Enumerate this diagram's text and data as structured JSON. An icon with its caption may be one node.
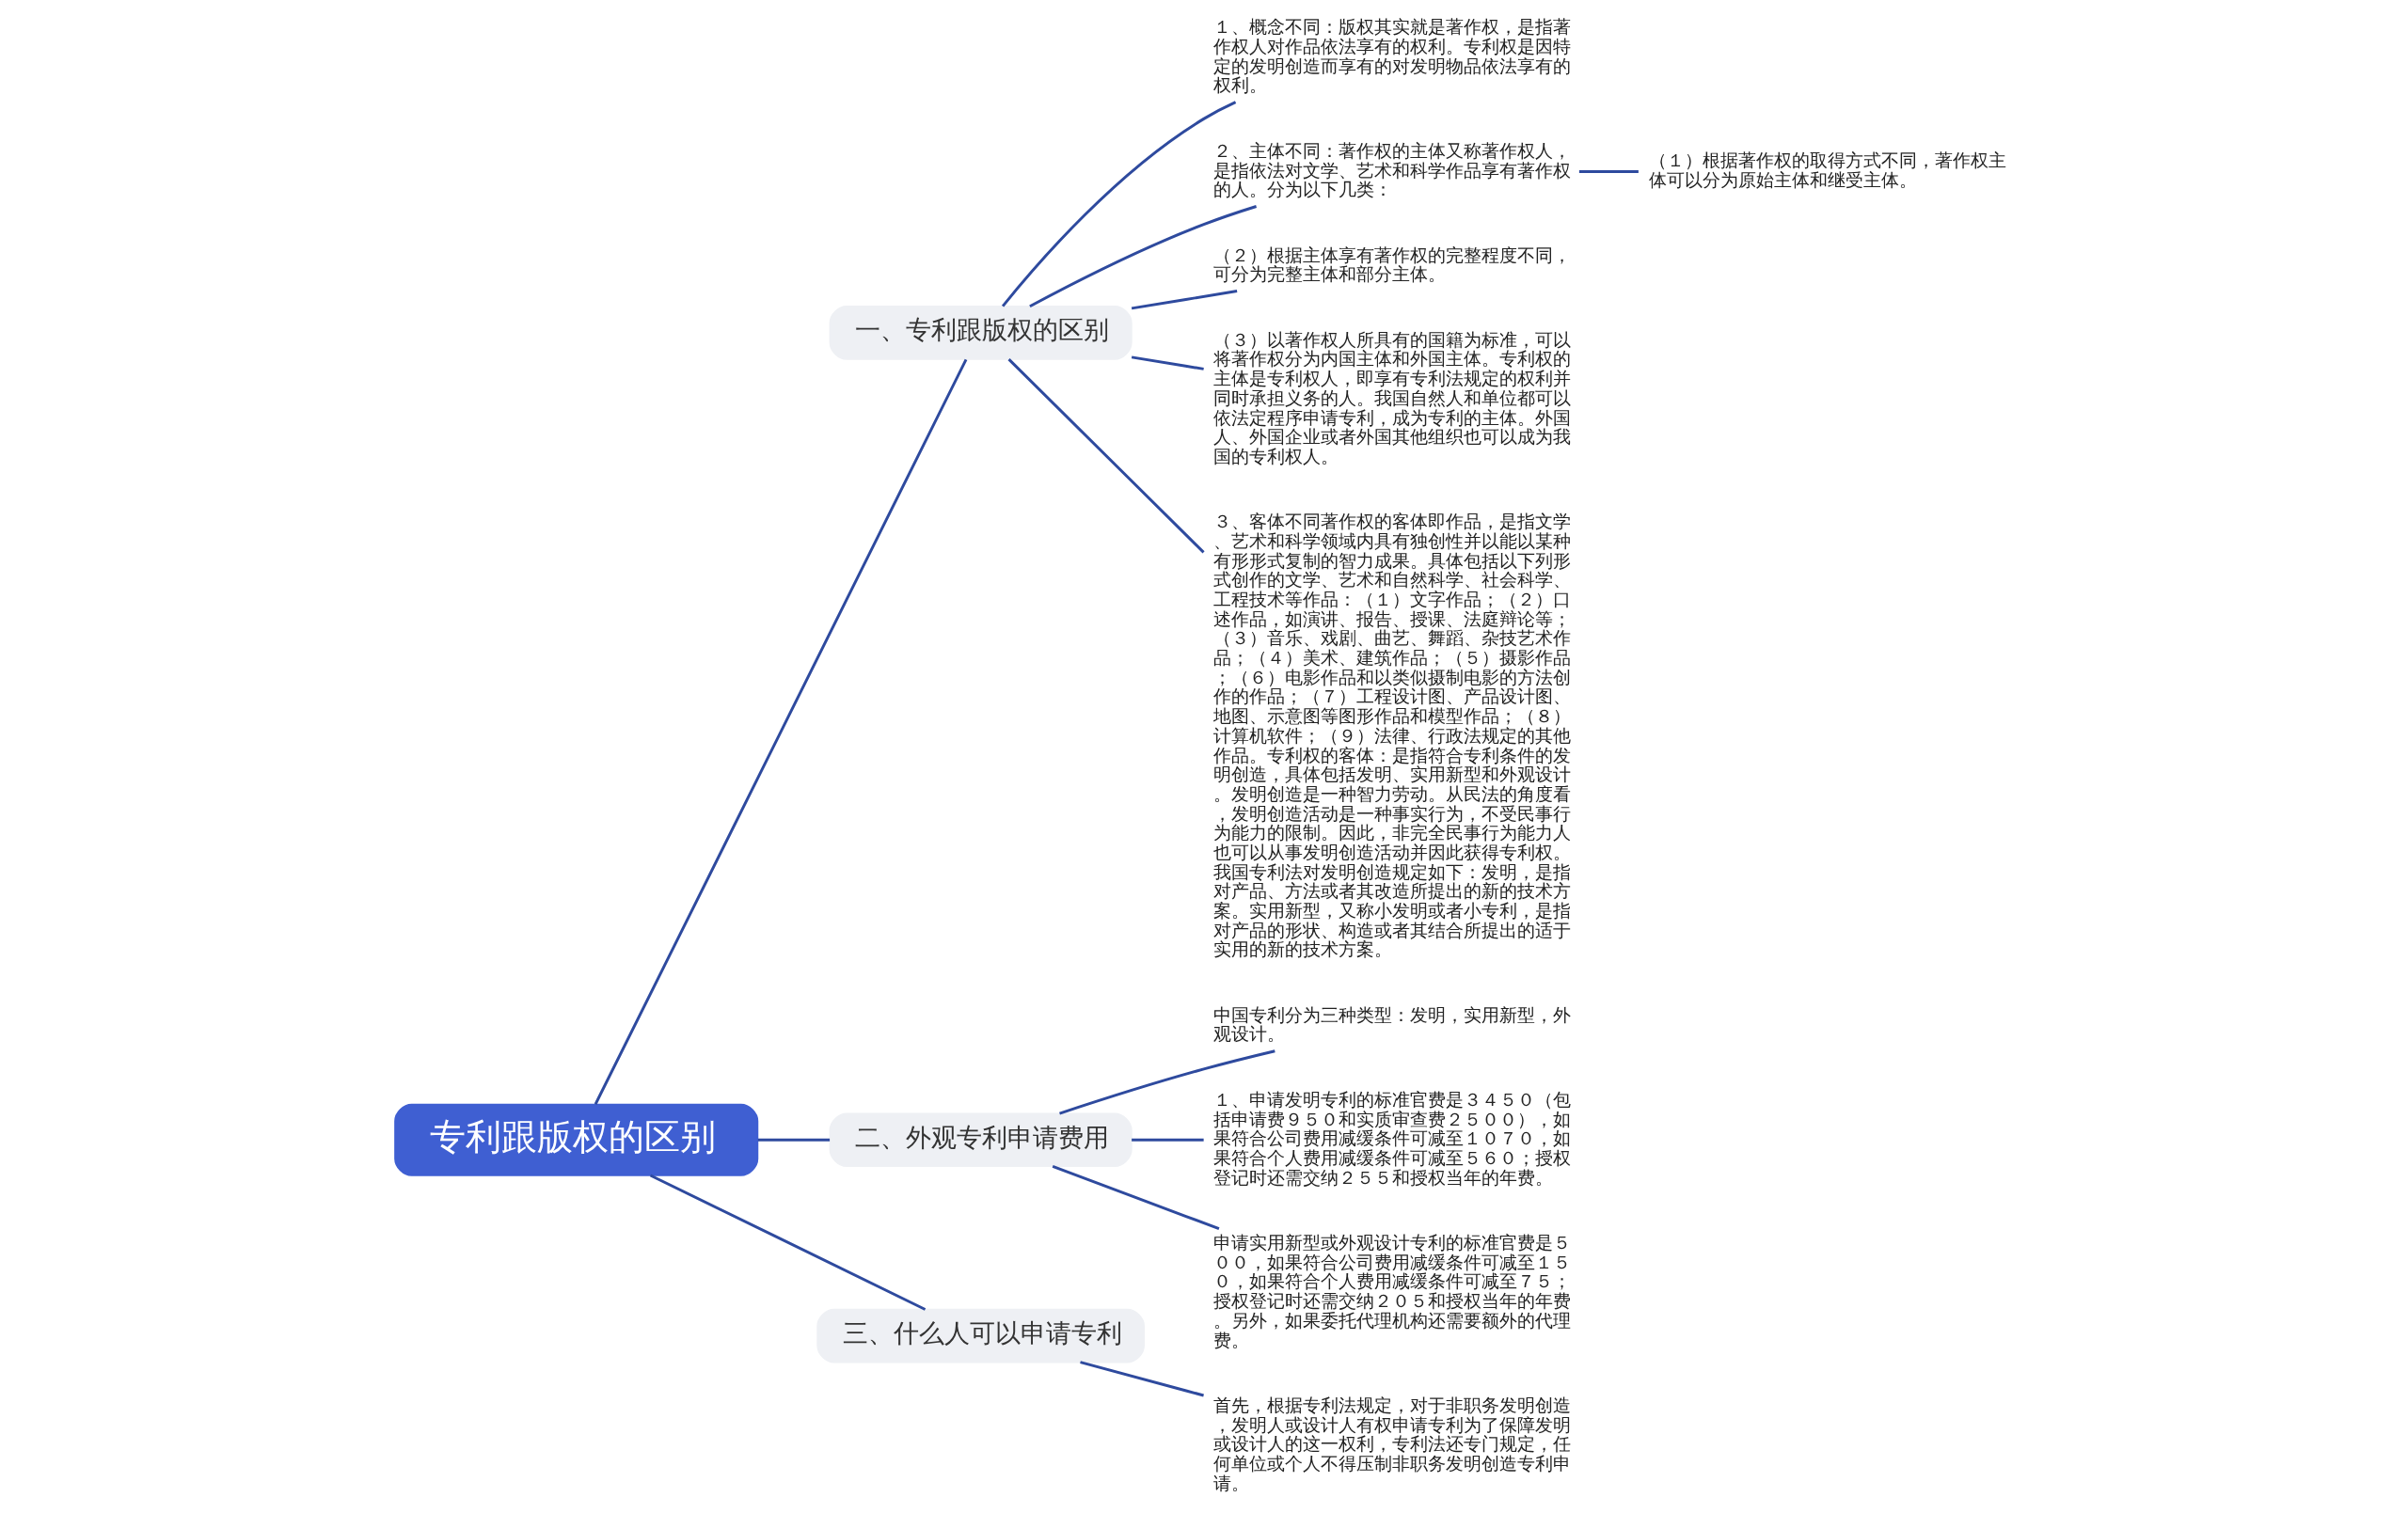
{
  "diagram": {
    "nodes": [
      {
        "text": [
          "专利跟版权的区别"
        ]
      },
      {
        "text": [
          "一、专利跟版权的区别"
        ]
      },
      {
        "text": [
          "１、概念不同：版权其实就是著作权，是指著作权人对作品依法享有的权利。专利权是因特定的发明创造而享有的对发明物品依法享有的权利。"
        ]
      },
      {
        "text": [
          "２、主体不同：著作权的主体又称著作权人，是指依法对文学、艺术和科学作品享有著作权的人。分为以下几类："
        ]
      },
      {
        "text": [
          "（１）根据著作权的取得方式不同，著作权主体可以分为原始主体和继受主体。"
        ]
      },
      {
        "text": [
          "（２）根据主体享有著作权的完整程度不同，可分为完整主体和部分主体。"
        ]
      },
      {
        "text": [
          "（３）以著作权人所具有的国籍为标准，可以将著作权分为内国主体和外国主体。专利权的主体是专利权人，即享有专利法规定的权利并同时承担义务的人。我国自然人和单位都可以依法定程序申请专利，成为专利的主体。外国人、外国企业或者外国其他组织也可以成为我国的专利权人。"
        ]
      },
      {
        "text": [
          "３、客体不同著作权的客体即作品，是指文学、艺术和科学领域内具有独创性并以能以某种有形形式复制的智力成果。具体包括以下列形式创作的文学、艺术和自然科学、社会科学、工程技术等作品：（１）文字作品；（２）口述作品，如演讲、报告、授课、法庭辩论等；（３）音乐、戏剧、曲艺、舞蹈、杂技艺术作品；（４）美术、建筑作品；（５）摄影作品；（６）电影作品和以类似摄制电影的方法创作的作品；（７）工程设计图、产品设计图、地图、示意图等图形作品和模型作品；（８）计算机软件；（９）法律、行政法规定的其他作品。专利权的客体：是指符合专利条件的发明创造，具体包括发明、实用新型和外观设计。发明创造是一种智力劳动。从民法的角度看，发明创造活动是一种事实行为，不受民事行为能力的限制。因此，非完全民事行为能力人也可以从事发明创造活动并因此获得专利权。我国专利法对发明创造规定如下：发明，是指对产品、方法或者其改造所提出的新的技术方案。实用新型，又称小发明或者小专利，是指对产品的形状、构造或者其结合所提出的适于实用的新的技术方案。"
        ]
      },
      {
        "text": [
          "二、外观专利申请费用"
        ]
      },
      {
        "text": [
          "中国专利分为三种类型：发明，实用新型，外观设计。"
        ]
      },
      {
        "text": [
          "１、申请发明专利的标准官费是３４５０（包括申请费９５０和实质审查费２５００），如果符合公司费用减缓条件可减至１０７０，如果符合个人费用减缓条件可减至５６０；授权登记时还需交纳２５５和授权当年的年费。"
        ]
      },
      {
        "text": [
          "申请实用新型或外观设计专利的标准官费是５００，如果符合公司费用减缓条件可减至１５０，如果符合个人费用减缓条件可减至７５；授权登记时还需交纳２０５和授权当年的年费。另外，如果委托代理机构还需要额外的代理费。"
        ]
      },
      {
        "text": [
          "三、什么人可以申请专利"
        ]
      },
      {
        "text": [
          "首先，根据专利法规定，对于非职务发明创造，发明人或设计人有权申请专利为了保障发明或设计人的这一权利，专利法还专门规定，任何单位或个人不得压制非职务发明创造专利申请。"
        ]
      }
    ],
    "edges": [
      {
        "from": 0,
        "to": 1,
        "arrow": "none"
      },
      {
        "from": 1,
        "to": 2,
        "arrow": "none"
      },
      {
        "from": 1,
        "to": 3,
        "arrow": "none"
      },
      {
        "from": 3,
        "to": 4,
        "arrow": "none"
      },
      {
        "from": 1,
        "to": 5,
        "arrow": "none"
      },
      {
        "from": 1,
        "to": 6,
        "arrow": "none"
      },
      {
        "from": 1,
        "to": 7,
        "arrow": "none"
      },
      {
        "from": 0,
        "to": 8,
        "arrow": "none"
      },
      {
        "from": 8,
        "to": 9,
        "arrow": "none"
      },
      {
        "from": 8,
        "to": 10,
        "arrow": "none"
      },
      {
        "from": 8,
        "to": 11,
        "arrow": "none"
      },
      {
        "from": 0,
        "to": 12,
        "arrow": "none"
      },
      {
        "from": 12,
        "to": 13,
        "arrow": "none"
      }
    ]
  }
}
